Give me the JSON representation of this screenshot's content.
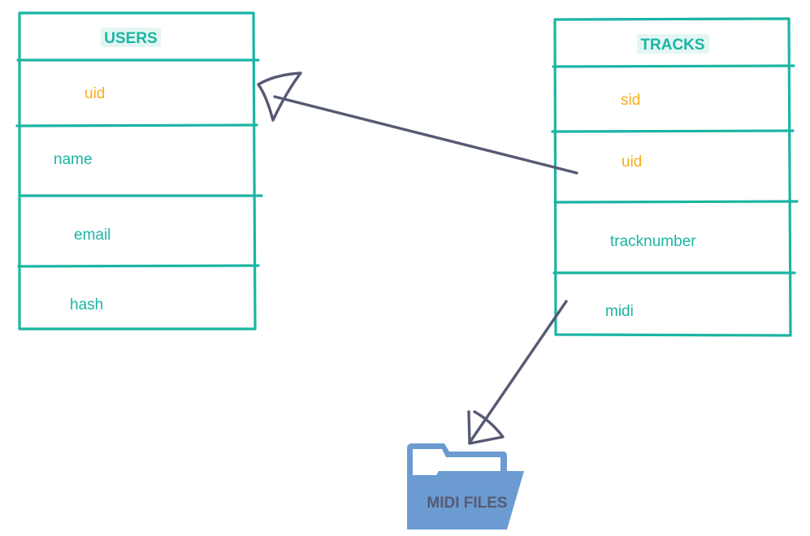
{
  "colors": {
    "table_border": "#1ab5a3",
    "title_text": "#1ab5a3",
    "title_highlight": "#e3f6f3",
    "field_text": "#1ab5a3",
    "key_field_text": "#f7ad1e",
    "arrow": "#575a73",
    "folder": "#6b9bd1",
    "folder_label": "#575a73"
  },
  "users_table": {
    "title": "USERS",
    "fields": [
      {
        "label": "uid",
        "kind": "key"
      },
      {
        "label": "name",
        "kind": "plain"
      },
      {
        "label": "email",
        "kind": "plain"
      },
      {
        "label": "hash",
        "kind": "plain"
      }
    ]
  },
  "tracks_table": {
    "title": "TRACKS",
    "fields": [
      {
        "label": "sid",
        "kind": "key"
      },
      {
        "label": "uid",
        "kind": "key"
      },
      {
        "label": "tracknumber",
        "kind": "plain"
      },
      {
        "label": "midi",
        "kind": "plain"
      }
    ]
  },
  "relations": [
    {
      "from": "tracks.uid",
      "to": "users.uid"
    },
    {
      "from": "tracks.midi",
      "to": "midi_folder"
    }
  ],
  "midi_folder": {
    "label": "MIDI FILES",
    "icon": "folder-icon"
  }
}
